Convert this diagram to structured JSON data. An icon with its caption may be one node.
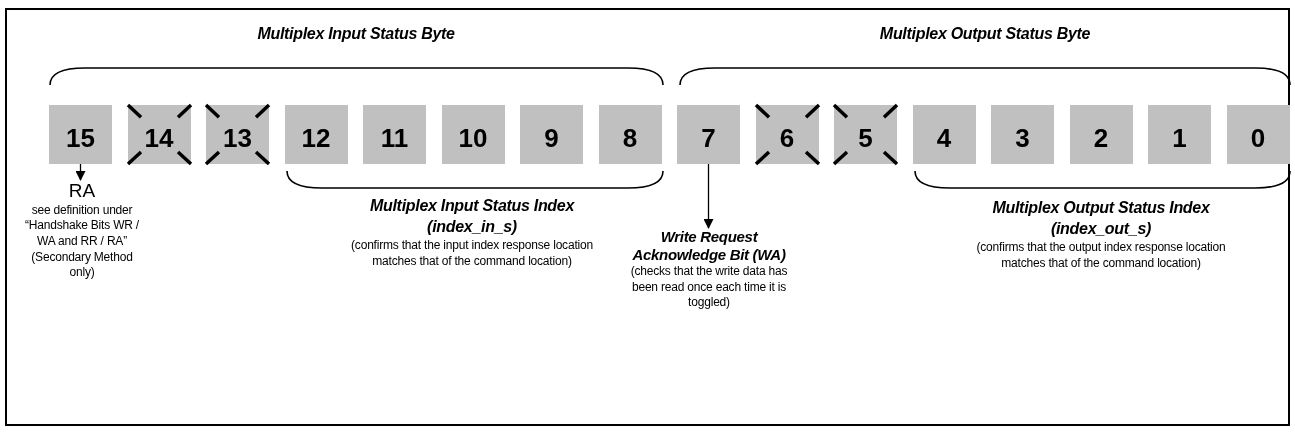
{
  "diagram": {
    "nodes": [
      {
        "text": [
          "15"
        ]
      },
      {
        "text": [
          "14"
        ]
      },
      {
        "text": [
          "13"
        ]
      },
      {
        "text": [
          "12"
        ]
      },
      {
        "text": [
          "11"
        ]
      },
      {
        "text": [
          "10"
        ]
      },
      {
        "text": [
          "9"
        ]
      },
      {
        "text": [
          "8"
        ]
      },
      {
        "text": [
          "7"
        ]
      },
      {
        "text": [
          "6"
        ]
      },
      {
        "text": [
          "5"
        ]
      },
      {
        "text": [
          "4"
        ]
      },
      {
        "text": [
          "3"
        ]
      },
      {
        "text": [
          "2"
        ]
      },
      {
        "text": [
          "1"
        ]
      },
      {
        "text": [
          "0"
        ]
      },
      {
        "text": [
          "RA",
          "see definition under “Handshake Bits WR / WA and RR / RA” (Secondary Method only)"
        ]
      },
      {
        "text": [
          "Write Request Acknowledge Bit (WA)",
          "(checks that the write data has been read once each time it is toggled)"
        ]
      }
    ],
    "edges": [
      {
        "from": 0,
        "to": 16,
        "arrow": "to"
      },
      {
        "from": 8,
        "to": 17,
        "arrow": "to"
      }
    ],
    "labels": [
      "Multiplex Input Status Byte",
      "Multiplex Output Status Byte",
      "Multiplex Input Status Index (index_in_s)",
      "(confirms that the input index response location matches that of the command location)",
      "Multiplex Output Status Index (index_out_s)",
      "(confirms that the output index response location matches that of the command location)"
    ]
  }
}
